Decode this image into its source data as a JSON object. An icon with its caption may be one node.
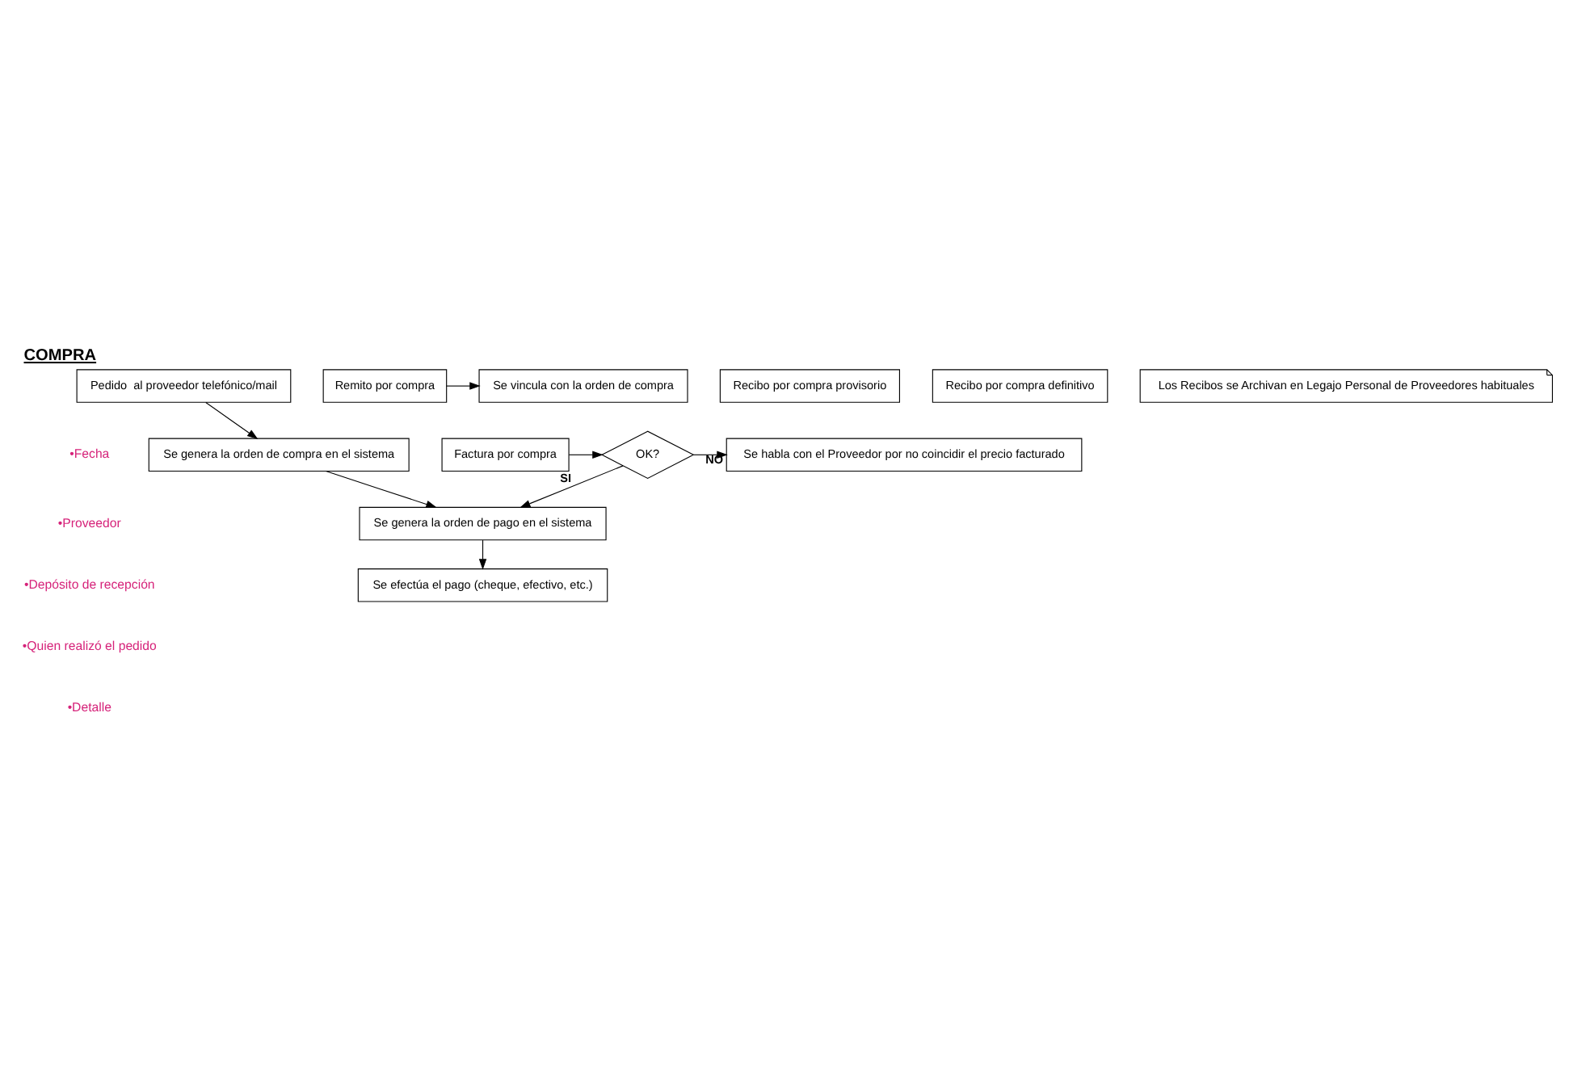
{
  "diagram": {
    "title": "COMPRA",
    "nodes": [
      {
        "text": [
          "Pedido  al proveedor telefónico/mail"
        ]
      },
      {
        "text": [
          "Se genera la orden de compra en el sistema"
        ]
      },
      {
        "text": [
          "Remito por compra"
        ]
      },
      {
        "text": [
          "Se vincula con la orden de compra"
        ]
      },
      {
        "text": [
          "Factura por compra"
        ]
      },
      {
        "text": [
          "OK?"
        ]
      },
      {
        "text": [
          "Se habla con el Proveedor por no coincidir el precio facturado"
        ]
      },
      {
        "text": [
          "Se genera la orden de pago en el sistema"
        ]
      },
      {
        "text": [
          "Recibo por compra provisorio"
        ]
      },
      {
        "text": [
          "Recibo por compra definitivo"
        ]
      },
      {
        "text": [
          "Se efectúa el pago (cheque, efectivo, etc.)"
        ]
      },
      {
        "text": [
          "Los Recibos se Archivan en Legajo Personal de Proveedores habituales"
        ]
      }
    ],
    "edges": [
      {
        "from": 0,
        "to": 1,
        "arrow": "to"
      },
      {
        "from": 1,
        "to": 7,
        "arrow": "to"
      },
      {
        "from": 2,
        "to": 3,
        "arrow": "to"
      },
      {
        "from": 4,
        "to": 5,
        "arrow": "to"
      },
      {
        "from": 5,
        "to": 6,
        "arrow": "to",
        "label": "NO"
      },
      {
        "from": 5,
        "to": 7,
        "arrow": "to",
        "label": "SI"
      },
      {
        "from": 7,
        "to": 10,
        "arrow": "to"
      }
    ],
    "labels": [
      "•Fecha",
      "•Proveedor",
      "•Depósito de recepción",
      "•Quien realizó el pedido",
      "•Detalle"
    ]
  }
}
